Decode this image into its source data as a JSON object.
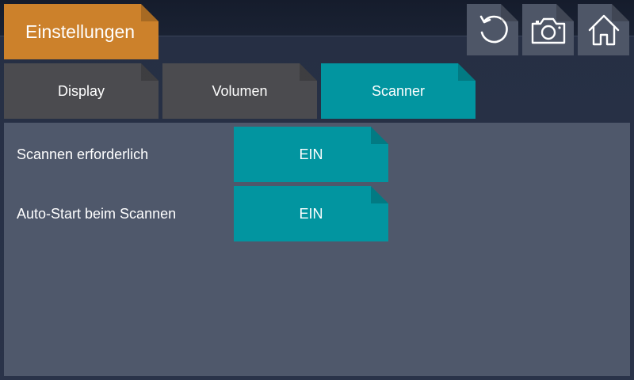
{
  "header": {
    "title": "Einstellungen"
  },
  "toolbar": {
    "buttons": [
      {
        "icon": "refresh-icon"
      },
      {
        "icon": "camera-icon"
      },
      {
        "icon": "home-icon"
      }
    ]
  },
  "tabs": [
    {
      "label": "Display",
      "active": false
    },
    {
      "label": "Volumen",
      "active": false
    },
    {
      "label": "Scanner",
      "active": true
    }
  ],
  "settings": [
    {
      "label": "Scannen erforderlich",
      "value": "EIN"
    },
    {
      "label": "Auto-Start beim Scannen",
      "value": "EIN"
    }
  ],
  "colors": {
    "title_accent": "#cc812b",
    "active_teal": "#0295a0",
    "inactive_tab": "#4b4b4f",
    "panel": "#4f586b",
    "icon_button": "#4e5667"
  }
}
